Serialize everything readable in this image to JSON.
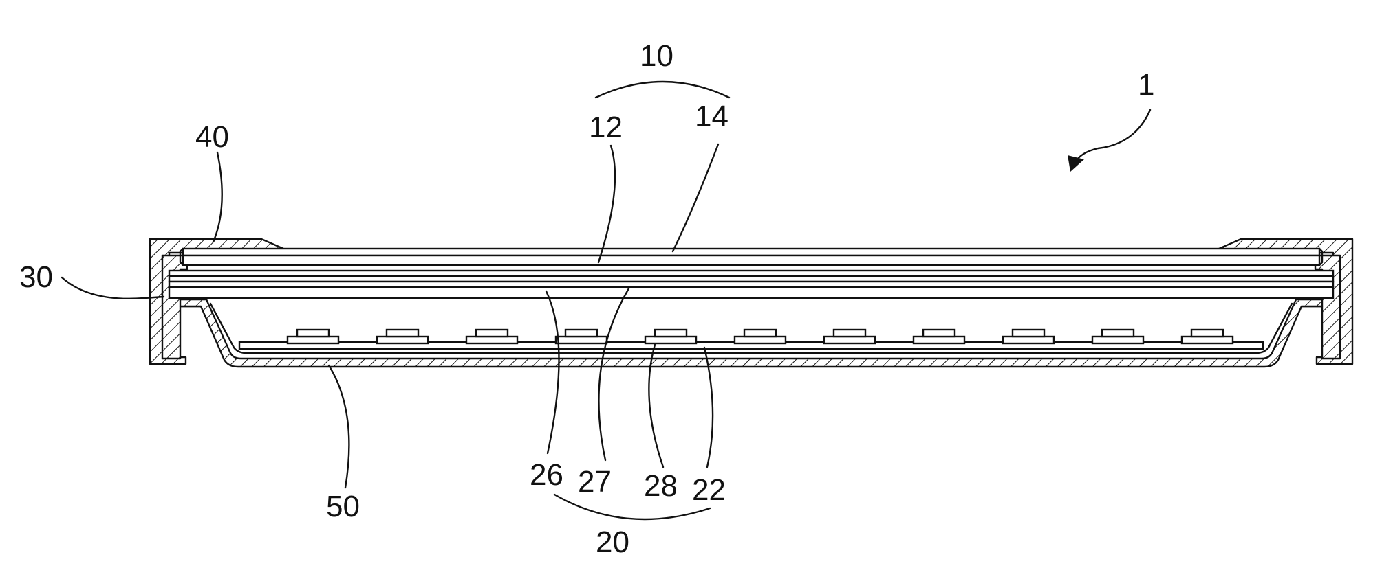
{
  "figure": {
    "labels": {
      "assembly": "1",
      "display_panel": "10",
      "panel_layer_a": "12",
      "panel_layer_b": "14",
      "backlight_unit": "20",
      "light_source_board": "22",
      "optical_sheet": "26",
      "diffuser_plate": "27",
      "light_source": "28",
      "middle_mold": "30",
      "top_chassis": "40",
      "bottom_chassis": "50"
    }
  }
}
